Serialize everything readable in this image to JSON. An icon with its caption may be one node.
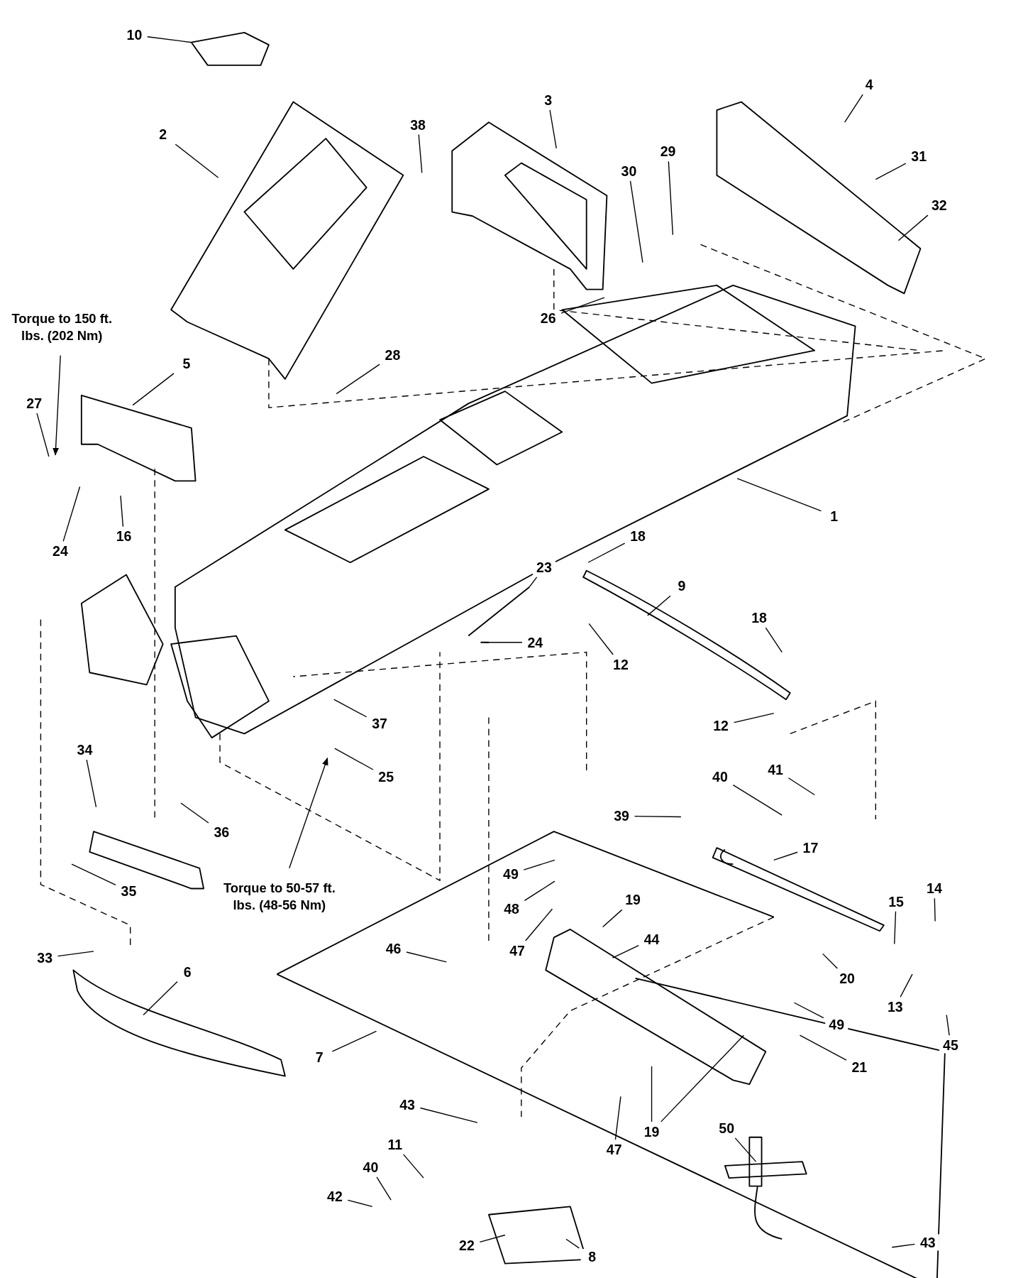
{
  "diagram": {
    "nodes": [
      {
        "text": [
          "10"
        ]
      },
      {
        "text": [
          "2"
        ]
      },
      {
        "text": [
          "38"
        ]
      },
      {
        "text": [
          "3"
        ]
      },
      {
        "text": [
          "4"
        ]
      },
      {
        "text": [
          "31"
        ]
      },
      {
        "text": [
          "29"
        ]
      },
      {
        "text": [
          "30"
        ]
      },
      {
        "text": [
          "32"
        ]
      },
      {
        "text": [
          "26"
        ]
      },
      {
        "text": [
          "Torque to 150 ft. lbs. (202 Nm)"
        ]
      },
      {
        "text": [
          "28"
        ]
      },
      {
        "text": [
          "5"
        ]
      },
      {
        "text": [
          "27"
        ]
      },
      {
        "text": [
          "1"
        ]
      },
      {
        "text": [
          "24"
        ]
      },
      {
        "text": [
          "16"
        ]
      },
      {
        "text": [
          "18"
        ]
      },
      {
        "text": [
          "23"
        ]
      },
      {
        "text": [
          "9"
        ]
      },
      {
        "text": [
          "18"
        ]
      },
      {
        "text": [
          "24"
        ]
      },
      {
        "text": [
          "12"
        ]
      },
      {
        "text": [
          "37"
        ]
      },
      {
        "text": [
          "12"
        ]
      },
      {
        "text": [
          "34"
        ]
      },
      {
        "text": [
          "25"
        ]
      },
      {
        "text": [
          "40"
        ]
      },
      {
        "text": [
          "41"
        ]
      },
      {
        "text": [
          "36"
        ]
      },
      {
        "text": [
          "39"
        ]
      },
      {
        "text": [
          "17"
        ]
      },
      {
        "text": [
          "Torque to 50-57 ft. lbs. (48-56 Nm)"
        ]
      },
      {
        "text": [
          "49"
        ]
      },
      {
        "text": [
          "35"
        ]
      },
      {
        "text": [
          "14"
        ]
      },
      {
        "text": [
          "19"
        ]
      },
      {
        "text": [
          "48"
        ]
      },
      {
        "text": [
          "15"
        ]
      },
      {
        "text": [
          "44"
        ]
      },
      {
        "text": [
          "47"
        ]
      },
      {
        "text": [
          "46"
        ]
      },
      {
        "text": [
          "33"
        ]
      },
      {
        "text": [
          "6"
        ]
      },
      {
        "text": [
          "20"
        ]
      },
      {
        "text": [
          "13"
        ]
      },
      {
        "text": [
          "49"
        ]
      },
      {
        "text": [
          "7"
        ]
      },
      {
        "text": [
          "45"
        ]
      },
      {
        "text": [
          "21"
        ]
      },
      {
        "text": [
          "43"
        ]
      },
      {
        "text": [
          "50"
        ]
      },
      {
        "text": [
          "19"
        ]
      },
      {
        "text": [
          "47"
        ]
      },
      {
        "text": [
          "11"
        ]
      },
      {
        "text": [
          "40"
        ]
      },
      {
        "text": [
          "42"
        ]
      },
      {
        "text": [
          "22"
        ]
      },
      {
        "text": [
          "8"
        ]
      },
      {
        "text": [
          "43"
        ]
      }
    ],
    "edges": [
      {
        "from": 0,
        "to": null,
        "arrow": "none"
      },
      {
        "from": 1,
        "to": null,
        "arrow": "none"
      },
      {
        "from": 2,
        "to": null,
        "arrow": "none"
      },
      {
        "from": 3,
        "to": null,
        "arrow": "none"
      },
      {
        "from": 4,
        "to": null,
        "arrow": "none"
      },
      {
        "from": 5,
        "to": null,
        "arrow": "none"
      },
      {
        "from": 6,
        "to": null,
        "arrow": "none"
      },
      {
        "from": 7,
        "to": null,
        "arrow": "none"
      },
      {
        "from": 8,
        "to": null,
        "arrow": "none"
      },
      {
        "from": 9,
        "to": null,
        "arrow": "none"
      },
      {
        "from": 10,
        "to": null,
        "arrow": "to"
      },
      {
        "from": 11,
        "to": null,
        "arrow": "none"
      },
      {
        "from": 12,
        "to": null,
        "arrow": "none"
      },
      {
        "from": 13,
        "to": null,
        "arrow": "none"
      },
      {
        "from": 14,
        "to": null,
        "arrow": "none"
      },
      {
        "from": 15,
        "to": null,
        "arrow": "none"
      },
      {
        "from": 16,
        "to": null,
        "arrow": "none"
      },
      {
        "from": 17,
        "to": null,
        "arrow": "none"
      },
      {
        "from": 18,
        "to": null,
        "arrow": "none"
      },
      {
        "from": 19,
        "to": null,
        "arrow": "none"
      },
      {
        "from": 20,
        "to": null,
        "arrow": "none"
      },
      {
        "from": 21,
        "to": null,
        "arrow": "none"
      },
      {
        "from": 22,
        "to": null,
        "arrow": "none"
      },
      {
        "from": 23,
        "to": null,
        "arrow": "none"
      },
      {
        "from": 24,
        "to": null,
        "arrow": "none"
      },
      {
        "from": 25,
        "to": null,
        "arrow": "none"
      },
      {
        "from": 26,
        "to": null,
        "arrow": "none"
      },
      {
        "from": 27,
        "to": null,
        "arrow": "none"
      },
      {
        "from": 28,
        "to": null,
        "arrow": "none"
      },
      {
        "from": 29,
        "to": null,
        "arrow": "none"
      },
      {
        "from": 30,
        "to": null,
        "arrow": "none"
      },
      {
        "from": 31,
        "to": null,
        "arrow": "none"
      },
      {
        "from": 32,
        "to": null,
        "arrow": "to"
      },
      {
        "from": 33,
        "to": null,
        "arrow": "none"
      },
      {
        "from": 34,
        "to": null,
        "arrow": "none"
      },
      {
        "from": 35,
        "to": null,
        "arrow": "none"
      },
      {
        "from": 36,
        "to": null,
        "arrow": "none"
      },
      {
        "from": 37,
        "to": null,
        "arrow": "none"
      },
      {
        "from": 38,
        "to": null,
        "arrow": "none"
      },
      {
        "from": 39,
        "to": null,
        "arrow": "none"
      },
      {
        "from": 40,
        "to": null,
        "arrow": "none"
      },
      {
        "from": 41,
        "to": null,
        "arrow": "none"
      },
      {
        "from": 42,
        "to": null,
        "arrow": "none"
      },
      {
        "from": 43,
        "to": null,
        "arrow": "none"
      },
      {
        "from": 44,
        "to": null,
        "arrow": "none"
      },
      {
        "from": 45,
        "to": null,
        "arrow": "none"
      },
      {
        "from": 46,
        "to": null,
        "arrow": "none"
      },
      {
        "from": 47,
        "to": null,
        "arrow": "none"
      },
      {
        "from": 48,
        "to": null,
        "arrow": "none"
      },
      {
        "from": 49,
        "to": null,
        "arrow": "none"
      },
      {
        "from": 50,
        "to": null,
        "arrow": "none"
      },
      {
        "from": 51,
        "to": null,
        "arrow": "none"
      },
      {
        "from": 52,
        "to": null,
        "arrow": "none"
      },
      {
        "from": 52,
        "to": null,
        "arrow": "none"
      },
      {
        "from": 53,
        "to": null,
        "arrow": "none"
      },
      {
        "from": 54,
        "to": null,
        "arrow": "none"
      },
      {
        "from": 55,
        "to": null,
        "arrow": "none"
      },
      {
        "from": 56,
        "to": null,
        "arrow": "none"
      },
      {
        "from": 57,
        "to": null,
        "arrow": "none"
      },
      {
        "from": 58,
        "to": null,
        "arrow": "none"
      },
      {
        "from": 59,
        "to": null,
        "arrow": "none"
      }
    ]
  }
}
